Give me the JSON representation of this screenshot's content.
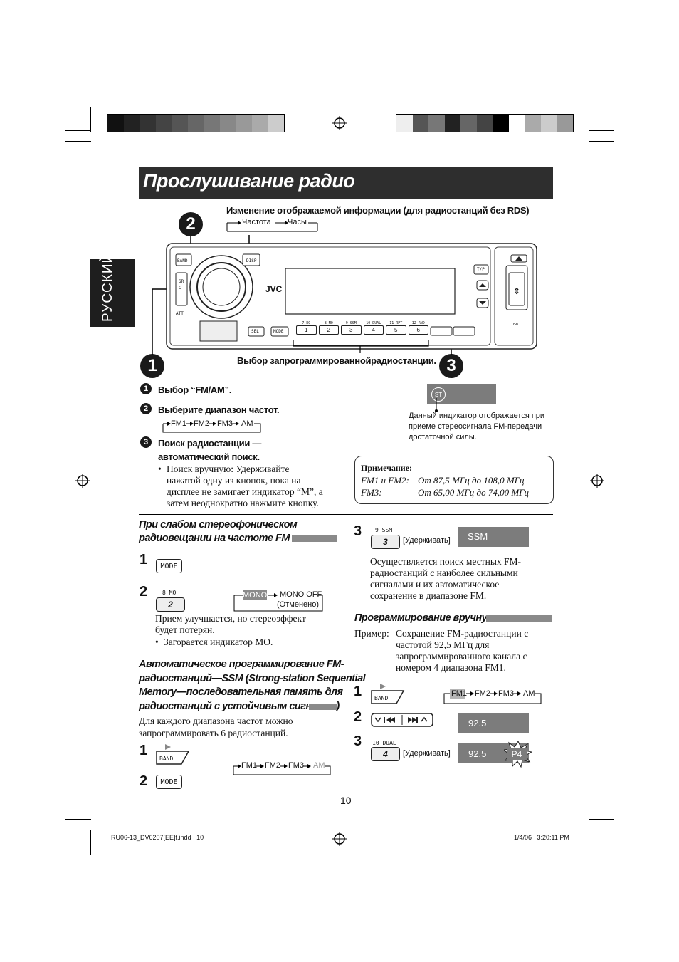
{
  "page_title": "Прослушивание радио",
  "side_tab": "РУССКИЙ",
  "top_caption": "Изменение отображаемой информации (для радиостанций без RDS)",
  "display_cycle": [
    "Частота",
    "Часы"
  ],
  "preset_caption": "Выбор запрограммированнойрадиостанции.",
  "callouts": [
    "1",
    "2",
    "3"
  ],
  "device": {
    "band": "BAND",
    "disp": "DISP",
    "src": "SRC",
    "att": "ATT",
    "brand": "JVC",
    "tp": "T/P",
    "sel": "SEL",
    "mode": "MODE",
    "usb": "USB",
    "presets": [
      {
        "top": "7 EQ",
        "num": "1"
      },
      {
        "top": "8 MO",
        "num": "2"
      },
      {
        "top": "9 SSM",
        "num": "3"
      },
      {
        "top": "10 DUAL",
        "num": "4"
      },
      {
        "top": "11 RPT",
        "num": "5"
      },
      {
        "top": "12 RND",
        "num": "6"
      }
    ]
  },
  "steps_main": [
    {
      "num": "1",
      "text": "Выбор “FM/AM”."
    },
    {
      "num": "2",
      "text": "Выберите диапазон частот."
    },
    {
      "num": "3",
      "text_line1": "Поиск радиостанции —",
      "text_line2": "автоматический поиск."
    }
  ],
  "band_cycle": [
    "FM1",
    "FM2",
    "FM3",
    "AM"
  ],
  "manual_search": {
    "bullet": "•",
    "lines": [
      "Поиск вручную: Удерживайте",
      "нажатой одну из кнопок, пока на",
      "дисплее не замигает индикатор “M”, а",
      "затем неоднократно нажмите кнопку."
    ]
  },
  "stereo_indicator": {
    "symbol": "ST",
    "lines": [
      "Данный индикатор отображается при",
      "приеме стереосигнала FM-передачи",
      "достаточной силы."
    ]
  },
  "note": {
    "title": "Примечание:",
    "rows": [
      {
        "label": "FM1 и FM2:",
        "value": "От 87,5 МГц до 108,0 МГц"
      },
      {
        "label": "FM3:",
        "value": "От 65,00 МГц до 74,00 МГц"
      }
    ]
  },
  "weak_fm": {
    "heading_line1": "При слабом стереофоническом",
    "heading_line2": "радиовещании на частоте FM",
    "step1_button": "MODE",
    "step2_button_top": "8 MO",
    "step2_button": "2",
    "mono_on": "MONO",
    "mono_off": "MONO OFF",
    "mono_off_note": "(Отменено)",
    "text_lines": [
      "Прием улучшается, но стереоэффект",
      "будет потерян."
    ],
    "bullet": "•",
    "bullet_text": "Загорается индикатор MO."
  },
  "ssm": {
    "heading_lines": [
      "Автоматическое программирование FM-",
      "радиостанций—SSM (Strong-station Sequential",
      "Memory—последовательная память для",
      "радиостанций с устойчивым сигналом)"
    ],
    "text_lines": [
      "Для каждого диапазона частот можно",
      "запрограммировать 6 радиостанций."
    ],
    "step1_button": "BAND",
    "step2_button": "MODE",
    "cycle": [
      "FM1",
      "FM2",
      "FM3",
      "AM"
    ],
    "step3_button_top": "9 SSM",
    "step3_button": "3",
    "hold": "[Удерживать]",
    "display": "SSM",
    "result_lines": [
      "Осуществляется поиск местных FM-",
      "радиостанций с наиболее сильными",
      "сигналами и их автоматическое",
      "сохранение в диапазоне FM."
    ]
  },
  "manual_program": {
    "heading": "Программирование вручную",
    "example_label": "Пример:",
    "example_lines": [
      "Сохранение FM-радиостанции с",
      "частотой 92,5 МГц для",
      "запрограммированного канала с",
      "номером 4 диапазона FM1."
    ],
    "step1_button": "BAND",
    "cycle": [
      "FM1",
      "FM2",
      "FM3",
      "AM"
    ],
    "display_freq": "92.5",
    "step3_button_top": "10 DUAL",
    "step3_button": "4",
    "hold": "[Удерживать]",
    "display_freq2": "92.5",
    "preset_indicator": "P4"
  },
  "step_numbers": [
    "1",
    "2",
    "3"
  ],
  "page_number": "10",
  "footer_left": "RU06-13_DV6207[EE]f.indd   10",
  "footer_right": "1/4/06   3:20:11 PM"
}
